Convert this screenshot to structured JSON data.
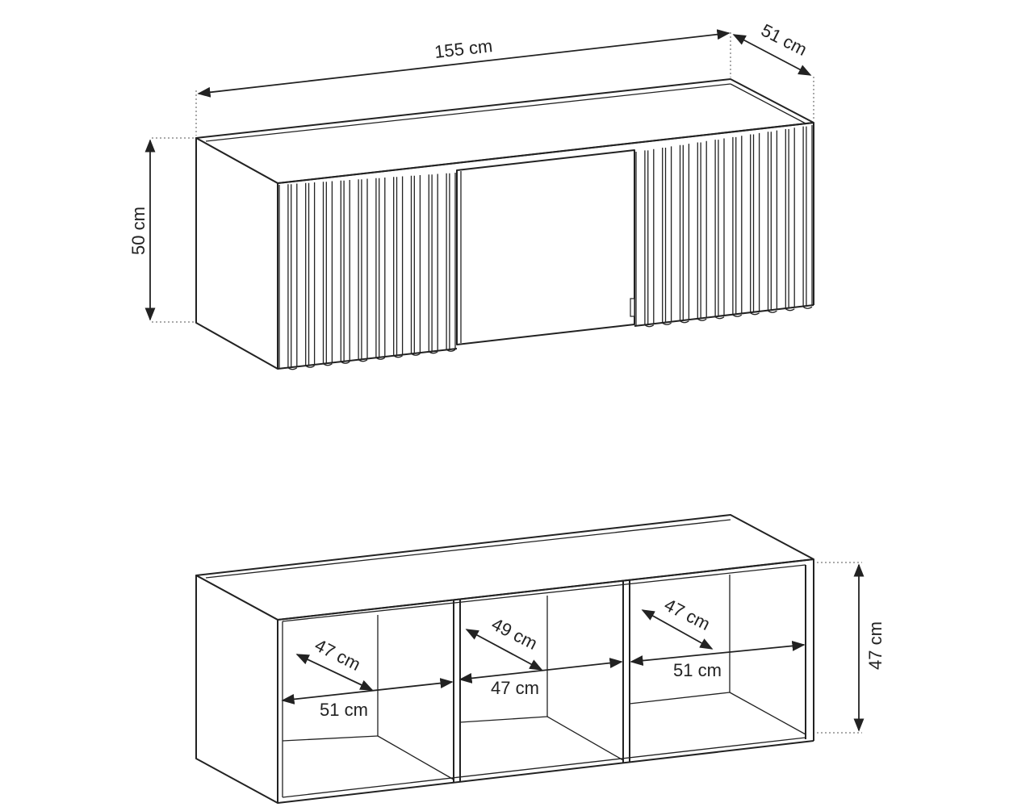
{
  "top_view": {
    "width_label": "155 cm",
    "depth_label": "51 cm",
    "height_label": "50 cm"
  },
  "bottom_view": {
    "height_label": "47 cm",
    "compartments": [
      {
        "diag_label": "47 cm",
        "width_label": "51 cm"
      },
      {
        "diag_label": "49 cm",
        "width_label": "47 cm"
      },
      {
        "diag_label": "47 cm",
        "width_label": "51 cm"
      }
    ]
  }
}
